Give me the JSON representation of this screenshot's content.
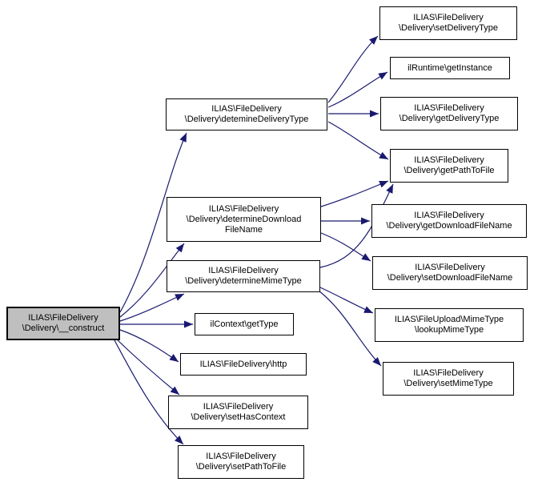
{
  "diagram": {
    "type": "call-graph",
    "edge_color": "#191970",
    "root_node_fill": "#bfbfbf",
    "node_fill": "#ffffff",
    "node_border_color": "#000000",
    "nodes": {
      "construct": {
        "lines": [
          "ILIAS\\FileDelivery",
          "\\Delivery\\__construct"
        ]
      },
      "detemineDeliveryType": {
        "lines": [
          "ILIAS\\FileDelivery",
          "\\Delivery\\detemineDeliveryType"
        ]
      },
      "determineDownloadFileName": {
        "lines": [
          "ILIAS\\FileDelivery",
          "\\Delivery\\determineDownload",
          "FileName"
        ]
      },
      "determineMimeType": {
        "lines": [
          "ILIAS\\FileDelivery",
          "\\Delivery\\determineMimeType"
        ]
      },
      "ilContextGetType": {
        "lines": [
          "ilContext\\getType"
        ]
      },
      "http": {
        "lines": [
          "ILIAS\\FileDelivery\\http"
        ]
      },
      "setHasContext": {
        "lines": [
          "ILIAS\\FileDelivery",
          "\\Delivery\\setHasContext"
        ]
      },
      "setPathToFile": {
        "lines": [
          "ILIAS\\FileDelivery",
          "\\Delivery\\setPathToFile"
        ]
      },
      "setDeliveryType": {
        "lines": [
          "ILIAS\\FileDelivery",
          "\\Delivery\\setDeliveryType"
        ]
      },
      "ilRuntimeGetInstance": {
        "lines": [
          "ilRuntime\\getInstance"
        ]
      },
      "getDeliveryType": {
        "lines": [
          "ILIAS\\FileDelivery",
          "\\Delivery\\getDeliveryType"
        ]
      },
      "getPathToFile": {
        "lines": [
          "ILIAS\\FileDelivery",
          "\\Delivery\\getPathToFile"
        ]
      },
      "getDownloadFileName": {
        "lines": [
          "ILIAS\\FileDelivery",
          "\\Delivery\\getDownloadFileName"
        ]
      },
      "setDownloadFileName": {
        "lines": [
          "ILIAS\\FileDelivery",
          "\\Delivery\\setDownloadFileName"
        ]
      },
      "lookupMimeType": {
        "lines": [
          "ILIAS\\FileUpload\\MimeType",
          "\\lookupMimeType"
        ]
      },
      "setMimeType": {
        "lines": [
          "ILIAS\\FileDelivery",
          "\\Delivery\\setMimeType"
        ]
      }
    },
    "edges": [
      {
        "from": "construct",
        "to": "detemineDeliveryType"
      },
      {
        "from": "construct",
        "to": "determineDownloadFileName"
      },
      {
        "from": "construct",
        "to": "determineMimeType"
      },
      {
        "from": "construct",
        "to": "ilContextGetType"
      },
      {
        "from": "construct",
        "to": "http"
      },
      {
        "from": "construct",
        "to": "setHasContext"
      },
      {
        "from": "construct",
        "to": "setPathToFile"
      },
      {
        "from": "detemineDeliveryType",
        "to": "setDeliveryType"
      },
      {
        "from": "detemineDeliveryType",
        "to": "ilRuntimeGetInstance"
      },
      {
        "from": "detemineDeliveryType",
        "to": "getDeliveryType"
      },
      {
        "from": "detemineDeliveryType",
        "to": "getPathToFile"
      },
      {
        "from": "determineDownloadFileName",
        "to": "getPathToFile"
      },
      {
        "from": "determineDownloadFileName",
        "to": "getDownloadFileName"
      },
      {
        "from": "determineDownloadFileName",
        "to": "setDownloadFileName"
      },
      {
        "from": "determineMimeType",
        "to": "getPathToFile"
      },
      {
        "from": "determineMimeType",
        "to": "lookupMimeType"
      },
      {
        "from": "determineMimeType",
        "to": "setMimeType"
      }
    ]
  }
}
